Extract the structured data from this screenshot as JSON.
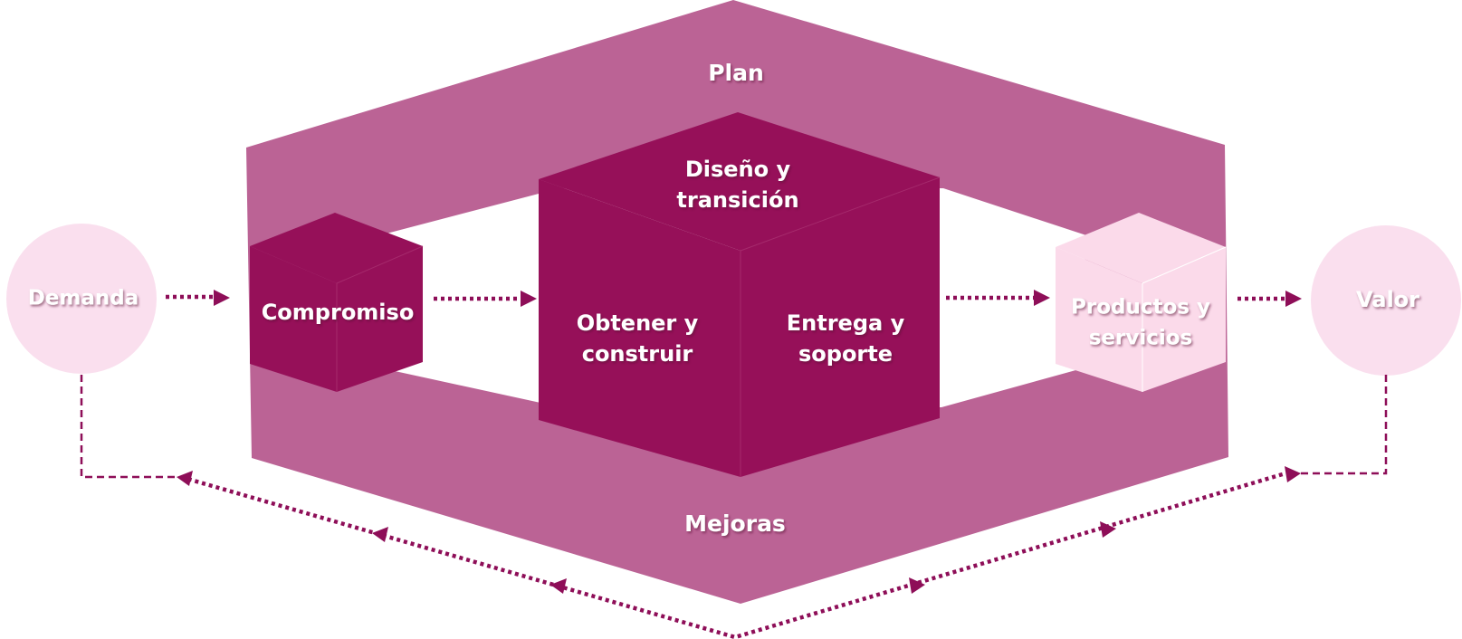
{
  "colors": {
    "outer_ring": "#bb6395",
    "dark_box": "#961059",
    "dark_box_edge": "#a52a6c",
    "light_box": "#fbdaea",
    "circle": "#fadfee",
    "arrow": "#8e0e58",
    "text": "#ffffff"
  },
  "diagram": {
    "plan": "Plan",
    "mejoras": "Mejoras",
    "demanda": "Demanda",
    "valor": "Valor",
    "compromiso": "Compromiso",
    "diseno": [
      "Diseño y",
      "transición"
    ],
    "obtener": [
      "Obtener y",
      "construir"
    ],
    "entrega": [
      "Entrega y",
      "soporte"
    ],
    "productos": [
      "Productos y",
      "servicios"
    ]
  }
}
